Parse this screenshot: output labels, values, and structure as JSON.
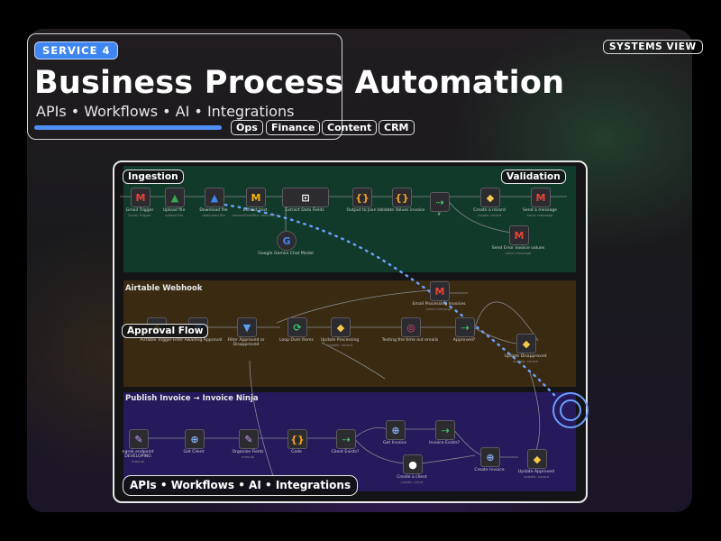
{
  "header": {
    "badge": "SERVICE 4",
    "title": "Business Process Automation",
    "subtitle": "APIs • Workflows • AI • Integrations",
    "progress": 1.0,
    "tags": [
      "Ops",
      "Finance",
      "Content",
      "CRM"
    ]
  },
  "systems_view": "SYSTEMS VIEW",
  "workflow": {
    "pills": {
      "ingestion": "Ingestion",
      "validation": "Validation",
      "approval": "Approval Flow",
      "bottom": "APIs • Workflows • AI • Integrations"
    },
    "sections": {
      "airtable": "Airtable Webhook",
      "publish": "Publish Invoice → Invoice Ninja"
    },
    "nodes": [
      {
        "label": "Gmail Trigger",
        "sub": "Gmail Trigger",
        "icon": "M",
        "color": "#ea4335"
      },
      {
        "label": "Upload file",
        "sub": "upload file",
        "icon": "▲",
        "color": "#34a853"
      },
      {
        "label": "Download file",
        "sub": "download file",
        "icon": "▲",
        "color": "#4285f4"
      },
      {
        "label": "Extract text",
        "sub": "extractFromFile: document",
        "icon": "M",
        "color": "#f4b400"
      },
      {
        "label": "Extract Data Fields",
        "sub": "",
        "icon": "⊡",
        "color": "#ffffff"
      },
      {
        "label": "Google Gemini Chat Model",
        "sub": "",
        "icon": "G",
        "color": "#4285f4"
      },
      {
        "label": "Output to Json",
        "sub": "",
        "icon": "{}",
        "color": "#f4a020"
      },
      {
        "label": "Validate Values invoice",
        "sub": "",
        "icon": "{}",
        "color": "#f4a020"
      },
      {
        "label": "If",
        "sub": "",
        "icon": "⇢",
        "color": "#3ec46d"
      },
      {
        "label": "Create a record",
        "sub": "create: record",
        "icon": "◆",
        "color": "#f7c948"
      },
      {
        "label": "Send a message",
        "sub": "send: message",
        "icon": "M",
        "color": "#ea4335"
      },
      {
        "label": "Send Error invoice values",
        "sub": "send: message",
        "icon": "M",
        "color": "#ea4335"
      },
      {
        "label": "Airtable Trigger",
        "sub": "",
        "icon": "◆",
        "color": "#f7c948"
      },
      {
        "label": "Filter Awaiting Approval",
        "sub": "",
        "icon": "▼",
        "color": "#5aa0f0"
      },
      {
        "label": "Filter Approved or Disapproved",
        "sub": "",
        "icon": "▼",
        "color": "#5aa0f0"
      },
      {
        "label": "Loop Over Items",
        "sub": "",
        "icon": "⟳",
        "color": "#3ec46d"
      },
      {
        "label": "Update Processing",
        "sub": "update: record",
        "icon": "◆",
        "color": "#f7c948"
      },
      {
        "label": "Testing the time out emails",
        "sub": "",
        "icon": "◎",
        "color": "#e0457b"
      },
      {
        "label": "Approved?",
        "sub": "",
        "icon": "⇢",
        "color": "#3ec46d"
      },
      {
        "label": "Email Processing Invoices",
        "sub": "send: message",
        "icon": "M",
        "color": "#ea4335"
      },
      {
        "label": "Update Disapproved",
        "sub": "update: record",
        "icon": "◆",
        "color": "#f7c948"
      },
      {
        "label": "ngrok endpoint DEVELOPING",
        "sub": "manual",
        "icon": "✎",
        "color": "#c9a0ff"
      },
      {
        "label": "Get Client",
        "sub": "",
        "icon": "⊕",
        "color": "#8ab4f8"
      },
      {
        "label": "Organize Fields",
        "sub": "manual",
        "icon": "✎",
        "color": "#c9a0ff"
      },
      {
        "label": "Code",
        "sub": "",
        "icon": "{}",
        "color": "#f4a020"
      },
      {
        "label": "Client Exists?",
        "sub": "",
        "icon": "⇢",
        "color": "#3ec46d"
      },
      {
        "label": "Get Invoice",
        "sub": "",
        "icon": "⊕",
        "color": "#8ab4f8"
      },
      {
        "label": "Invoice Exists?",
        "sub": "",
        "icon": "⇢",
        "color": "#3ec46d"
      },
      {
        "label": "Create a client",
        "sub": "create: client",
        "icon": "●",
        "color": "#ffffff"
      },
      {
        "label": "Create Invoice",
        "sub": "",
        "icon": "⊕",
        "color": "#8ab4f8"
      },
      {
        "label": "Update Approved",
        "sub": "update: record",
        "icon": "◆",
        "color": "#f7c948"
      }
    ]
  },
  "colors": {
    "accent": "#3f86f2",
    "ingestion_bg": "#123a2a",
    "approval_bg": "#3a2a12",
    "publish_bg": "#261a5c",
    "dotted_path": "#6aa0ff"
  }
}
